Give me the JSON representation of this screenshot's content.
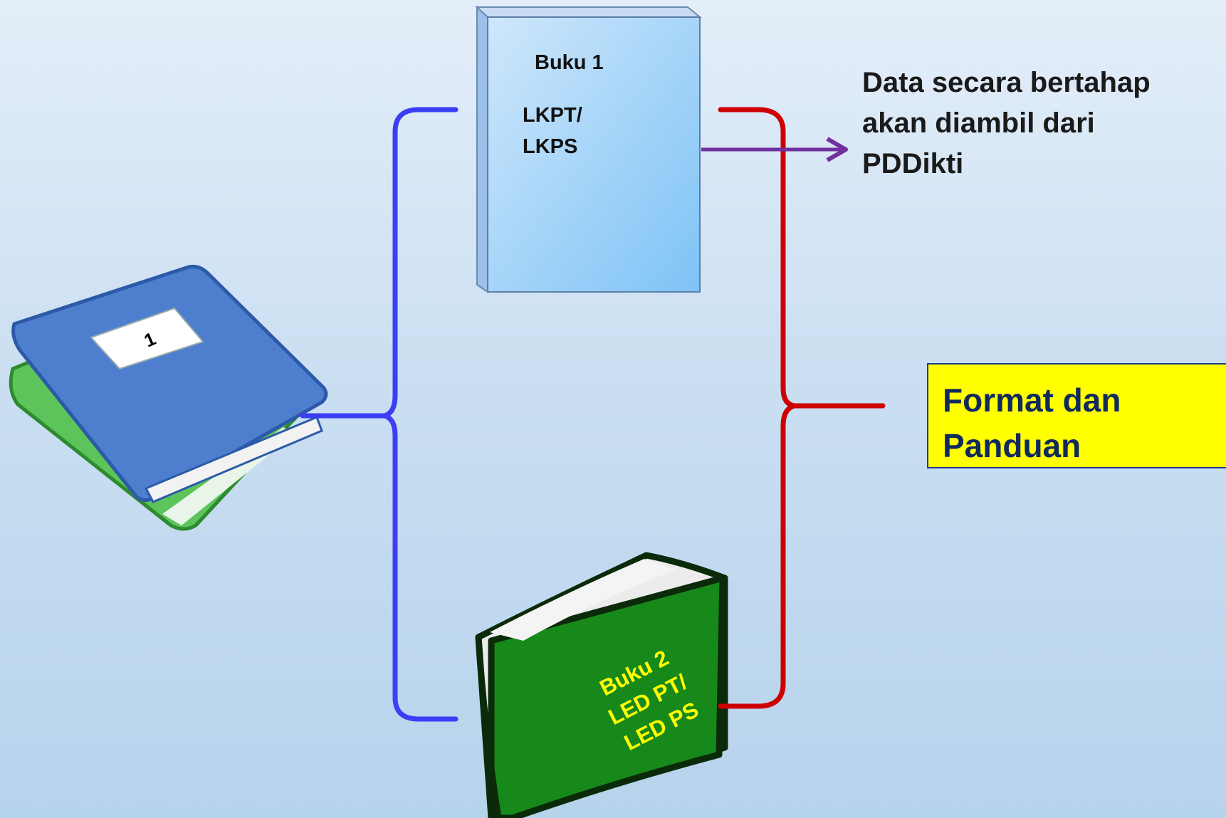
{
  "book_stack": {
    "label_number": "1"
  },
  "buku1": {
    "title": "Buku 1",
    "subtitle": "LKPT/\nLKPS"
  },
  "buku2": {
    "text": "Buku 2\nLED PT/\nLED PS"
  },
  "note": {
    "text": "Data secara bertahap\nakan diambil dari\nPDDikti"
  },
  "format_box": {
    "text": "Format dan\nPanduan"
  },
  "colors": {
    "blue_brace": "#3a3ff5",
    "red_brace": "#cc0000",
    "arrow": "#7030a0",
    "format_bg": "#ffff00",
    "buku2_text": "#ffff00"
  }
}
